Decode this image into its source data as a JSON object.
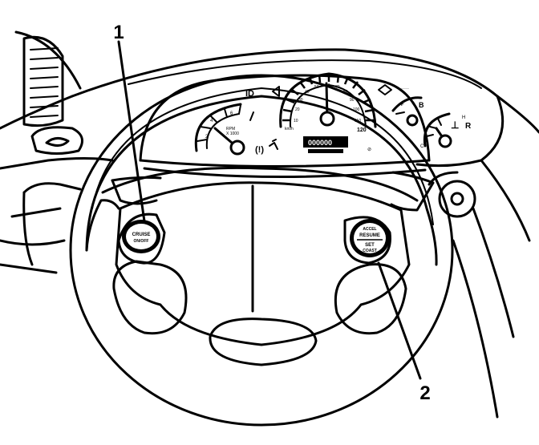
{
  "callouts": [
    {
      "number": "1",
      "target": "cruise-on-off-button"
    },
    {
      "number": "2",
      "target": "resume-set-button"
    }
  ],
  "buttons": {
    "left": {
      "line1": "CRUISE",
      "line2": "ON/OFF"
    },
    "right": {
      "line1": "ACCEL",
      "line2": "RESUME",
      "line3": "SET",
      "line4": "COAST"
    }
  },
  "gauges": {
    "tach": {
      "line1": "RPM",
      "line2": "X 1000"
    },
    "odometer": "000000"
  },
  "colors": {
    "ink": "#000000",
    "paper": "#ffffff"
  }
}
